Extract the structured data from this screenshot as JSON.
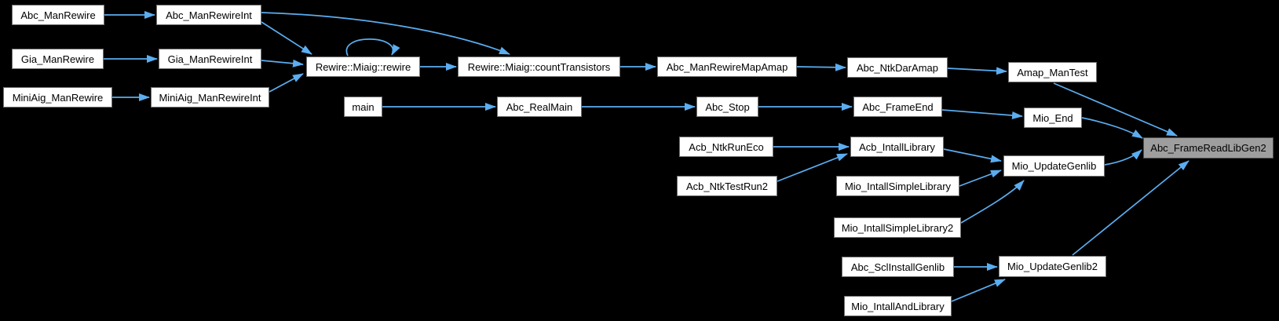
{
  "diagram": {
    "type": "caller-graph",
    "colors": {
      "background": "#000000",
      "edge": "#5BADF0",
      "node_fill": "#FFFFFF",
      "node_border": "#707070",
      "node_text": "#000000",
      "highlight_fill": "#9E9E9E",
      "highlight_border": "#4E4E4E"
    },
    "highlighted_node": "abc_framereadlibgen2"
  },
  "nodes": {
    "abc_manrewire": {
      "label": "Abc_ManRewire"
    },
    "abc_manrewireint": {
      "label": "Abc_ManRewireInt"
    },
    "gia_manrewire": {
      "label": "Gia_ManRewire"
    },
    "gia_manrewireint": {
      "label": "Gia_ManRewireInt"
    },
    "miniaig_manrewire": {
      "label": "MiniAig_ManRewire"
    },
    "miniaig_manrewireint": {
      "label": "MiniAig_ManRewireInt"
    },
    "rewire": {
      "label": "Rewire::Miaig::rewire"
    },
    "counttransistors": {
      "label": "Rewire::Miaig::countTransistors"
    },
    "mapamap": {
      "label": "Abc_ManRewireMapAmap"
    },
    "ntkdaramap": {
      "label": "Abc_NtkDarAmap"
    },
    "amap_mantest": {
      "label": "Amap_ManTest"
    },
    "main": {
      "label": "main"
    },
    "abc_realmain": {
      "label": "Abc_RealMain"
    },
    "abc_stop": {
      "label": "Abc_Stop"
    },
    "abc_frameend": {
      "label": "Abc_FrameEnd"
    },
    "mio_end": {
      "label": "Mio_End"
    },
    "acb_ntkruneco": {
      "label": "Acb_NtkRunEco"
    },
    "acb_ntktestrun2": {
      "label": "Acb_NtkTestRun2"
    },
    "acb_intalllibrary": {
      "label": "Acb_IntallLibrary"
    },
    "mio_intallsimplelibrary": {
      "label": "Mio_IntallSimpleLibrary"
    },
    "mio_intallsimplelibrary2": {
      "label": "Mio_IntallSimpleLibrary2"
    },
    "mio_updategenlib": {
      "label": "Mio_UpdateGenlib"
    },
    "abc_sclinstallgenlib": {
      "label": "Abc_SclInstallGenlib"
    },
    "mio_updategenlib2": {
      "label": "Mio_UpdateGenlib2"
    },
    "mio_intallandlibrary": {
      "label": "Mio_IntallAndLibrary"
    },
    "abc_framereadlibgen2": {
      "label": "Abc_FrameReadLibGen2"
    }
  },
  "edges": [
    {
      "from": "abc_manrewire",
      "to": "abc_manrewireint"
    },
    {
      "from": "gia_manrewire",
      "to": "gia_manrewireint"
    },
    {
      "from": "miniaig_manrewire",
      "to": "miniaig_manrewireint"
    },
    {
      "from": "abc_manrewireint",
      "to": "rewire"
    },
    {
      "from": "abc_manrewireint",
      "to": "counttransistors"
    },
    {
      "from": "gia_manrewireint",
      "to": "rewire"
    },
    {
      "from": "miniaig_manrewireint",
      "to": "rewire"
    },
    {
      "from": "rewire",
      "to": "rewire"
    },
    {
      "from": "rewire",
      "to": "counttransistors"
    },
    {
      "from": "counttransistors",
      "to": "mapamap"
    },
    {
      "from": "mapamap",
      "to": "ntkdaramap"
    },
    {
      "from": "ntkdaramap",
      "to": "amap_mantest"
    },
    {
      "from": "amap_mantest",
      "to": "abc_framereadlibgen2"
    },
    {
      "from": "main",
      "to": "abc_realmain"
    },
    {
      "from": "abc_realmain",
      "to": "abc_stop"
    },
    {
      "from": "abc_stop",
      "to": "abc_frameend"
    },
    {
      "from": "abc_frameend",
      "to": "mio_end"
    },
    {
      "from": "mio_end",
      "to": "abc_framereadlibgen2"
    },
    {
      "from": "acb_ntkruneco",
      "to": "acb_intalllibrary"
    },
    {
      "from": "acb_ntktestrun2",
      "to": "acb_intalllibrary"
    },
    {
      "from": "acb_intalllibrary",
      "to": "mio_updategenlib"
    },
    {
      "from": "mio_intallsimplelibrary",
      "to": "mio_updategenlib"
    },
    {
      "from": "mio_intallsimplelibrary2",
      "to": "mio_updategenlib"
    },
    {
      "from": "mio_updategenlib",
      "to": "abc_framereadlibgen2"
    },
    {
      "from": "abc_sclinstallgenlib",
      "to": "mio_updategenlib2"
    },
    {
      "from": "mio_intallandlibrary",
      "to": "mio_updategenlib2"
    },
    {
      "from": "mio_updategenlib2",
      "to": "abc_framereadlibgen2"
    }
  ]
}
